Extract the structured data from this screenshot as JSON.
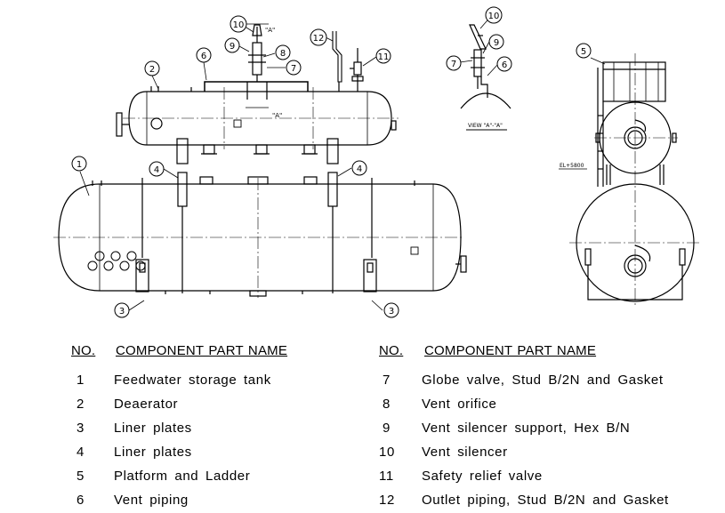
{
  "drawing": {
    "callouts": [
      "1",
      "2",
      "3",
      "3",
      "4",
      "4",
      "5",
      "6",
      "7",
      "8",
      "9",
      "10",
      "11",
      "12"
    ],
    "section_mark": "\"A\"",
    "view_label": "VIEW \"A\"-\"A\"",
    "elevation_label": "EL+5800"
  },
  "legend": {
    "header_no": "NO.",
    "header_name": "COMPONENT PART NAME",
    "left": [
      {
        "no": "1",
        "name": "Feedwater storage tank"
      },
      {
        "no": "2",
        "name": "Deaerator"
      },
      {
        "no": "3",
        "name": "Liner plates"
      },
      {
        "no": "4",
        "name": "Liner plates"
      },
      {
        "no": "5",
        "name": "Platform and Ladder"
      },
      {
        "no": "6",
        "name": "Vent piping"
      }
    ],
    "right": [
      {
        "no": "7",
        "name": "Globe valve, Stud B/2N and Gasket"
      },
      {
        "no": "8",
        "name": "Vent orifice"
      },
      {
        "no": "9",
        "name": "Vent silencer support, Hex B/N"
      },
      {
        "no": "10",
        "name": "Vent silencer"
      },
      {
        "no": "11",
        "name": "Safety relief valve"
      },
      {
        "no": "12",
        "name": "Outlet piping, Stud B/2N and Gasket"
      }
    ]
  }
}
